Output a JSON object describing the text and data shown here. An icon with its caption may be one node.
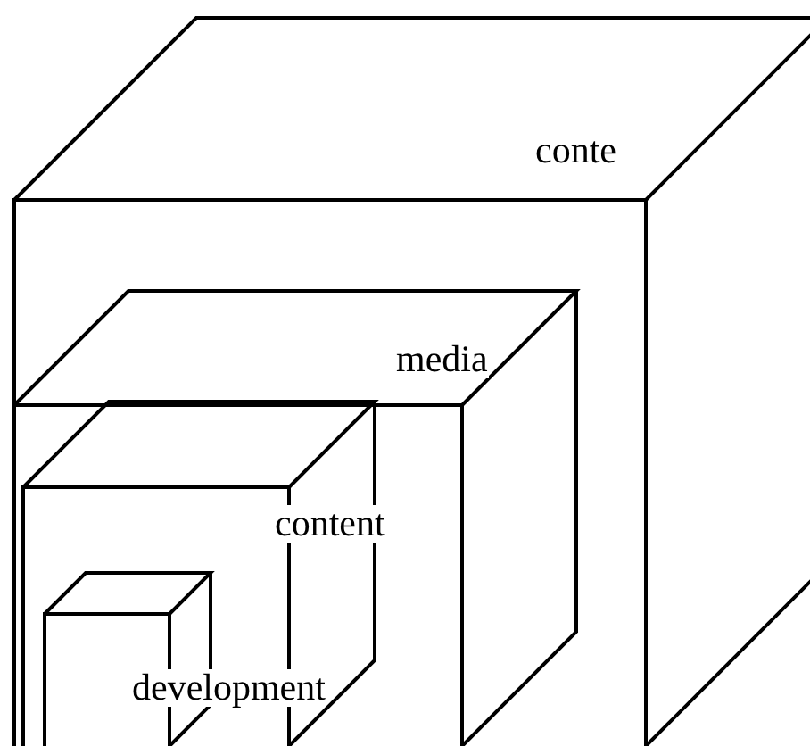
{
  "diagram": {
    "nodes": [
      {
        "text": [
          "conte"
        ]
      },
      {
        "text": [
          "media"
        ],
        "in": 0
      },
      {
        "text": [
          "content"
        ],
        "in": 1
      },
      {
        "text": [
          "development"
        ],
        "in": 2
      }
    ]
  }
}
